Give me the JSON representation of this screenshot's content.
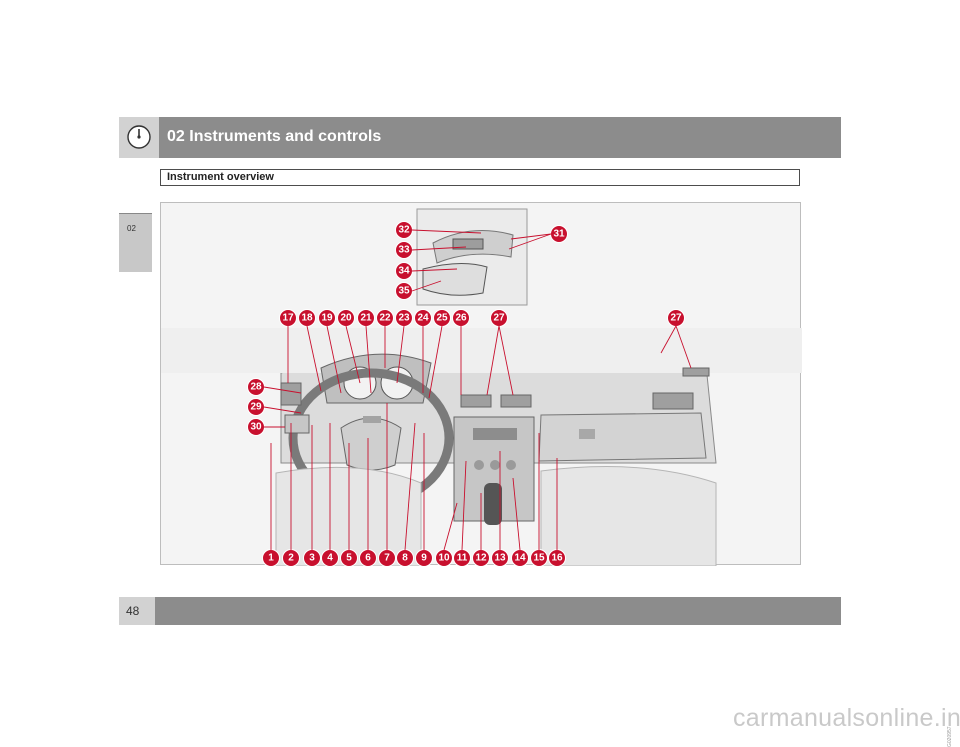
{
  "header": {
    "chapter_title": "02 Instruments and controls",
    "section_title": "Instrument overview",
    "side_tab": "02"
  },
  "figure": {
    "code": "G020957",
    "callout_color": "#c8102e",
    "callouts": [
      "1",
      "2",
      "3",
      "4",
      "5",
      "6",
      "7",
      "8",
      "9",
      "10",
      "11",
      "12",
      "13",
      "14",
      "15",
      "16",
      "17",
      "18",
      "19",
      "20",
      "21",
      "22",
      "23",
      "24",
      "25",
      "26",
      "27",
      "28",
      "29",
      "30",
      "31",
      "32",
      "33",
      "34",
      "35"
    ]
  },
  "footer": {
    "page_number": "48"
  },
  "watermark": "carmanualsonline.info"
}
